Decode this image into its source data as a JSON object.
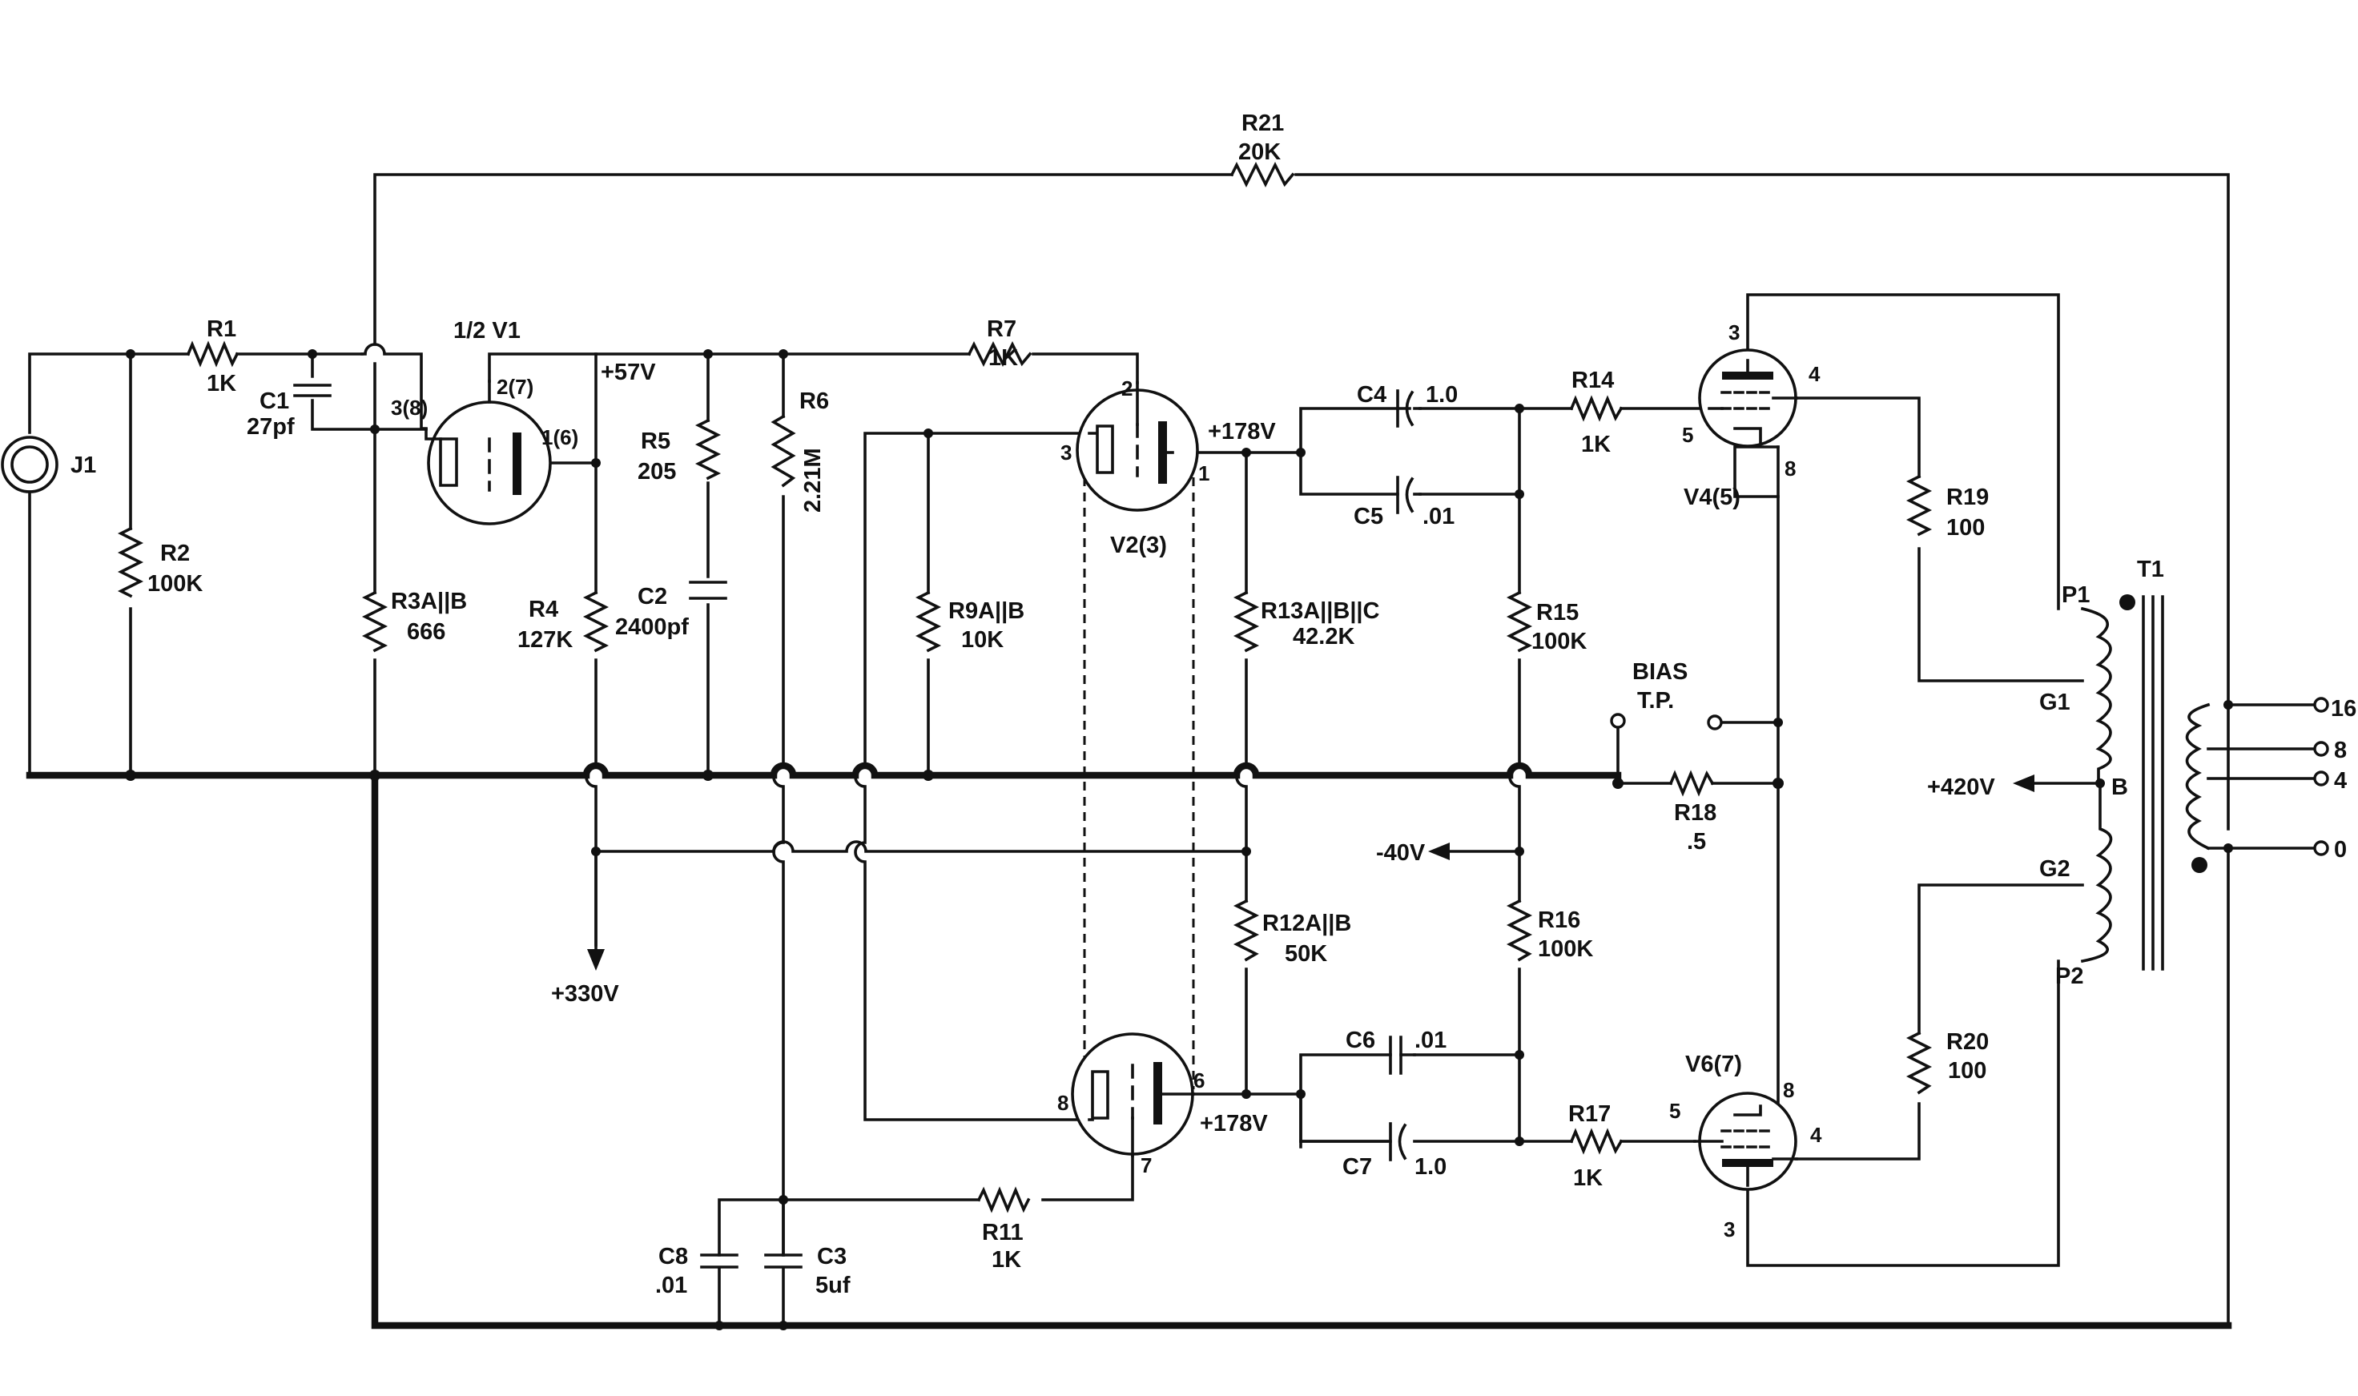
{
  "labels": {
    "j1": "J1",
    "r1": "R1",
    "r1_val": "1K",
    "c1": "C1",
    "c1_val": "27pf",
    "r2": "R2",
    "r2_val": "100K",
    "r3": "R3A||B",
    "r3_val": "666",
    "half_v1": "1/2 V1",
    "pin_2_7": "2(7)",
    "pin_3_8": "3(8)",
    "pin_1_6": "1(6)",
    "v57": "+57V",
    "r5": "R5",
    "r5_val": "205",
    "r4": "R4",
    "r4_val": "127K",
    "c2": "C2",
    "c2_val": "2400pf",
    "r6": "R6",
    "r6_val": "2.21M",
    "r7": "R7",
    "r7_val": "1K",
    "r21": "R21",
    "r21_val": "20K",
    "v2": "V2(3)",
    "v2_p2": "2",
    "v2_p3": "3",
    "v2_p1": "1",
    "v178_top": "+178V",
    "r9": "R9A||B",
    "r9_val": "10K",
    "r13": "R13A||B||C",
    "r13_val": "42.2K",
    "c4": "C4",
    "c4_val": "1.0",
    "c5": "C5",
    "c5_val": ".01",
    "r14": "R14",
    "r14_val": "1K",
    "r15": "R15",
    "r15_val": "100K",
    "v4": "V4(5)",
    "v4_p3": "3",
    "v4_p4": "4",
    "v4_p5": "5",
    "v4_p8": "8",
    "r19": "R19",
    "r19_val": "100",
    "t1": "T1",
    "p1": "P1",
    "g1": "G1",
    "b": "B",
    "g2": "G2",
    "p2": "P2",
    "v420": "+420V",
    "bias_line1": "BIAS",
    "bias_line2": "T.P.",
    "r18": "R18",
    "r18_val": ".5",
    "vneg40": "-40V",
    "r12": "R12A||B",
    "r12_val": "50K",
    "r16": "R16",
    "r16_val": "100K",
    "v330": "+330V",
    "v3_p8": "8",
    "v3_p6": "6",
    "v3_p7": "7",
    "v178_bot": "+178V",
    "c6": "C6",
    "c6_val": ".01",
    "c7": "C7",
    "c7_val": "1.0",
    "r17": "R17",
    "r17_val": "1K",
    "v6": "V6(7)",
    "v6_p5": "5",
    "v6_p8": "8",
    "v6_p4": "4",
    "v6_p3": "3",
    "r20": "R20",
    "r20_val": "100",
    "r11": "R11",
    "r11_val": "1K",
    "c8": "C8",
    "c8_val": ".01",
    "c3": "C3",
    "c3_val": "5uf",
    "tap16": "16",
    "tap8": "8",
    "tap4": "4",
    "tap0": "0"
  }
}
